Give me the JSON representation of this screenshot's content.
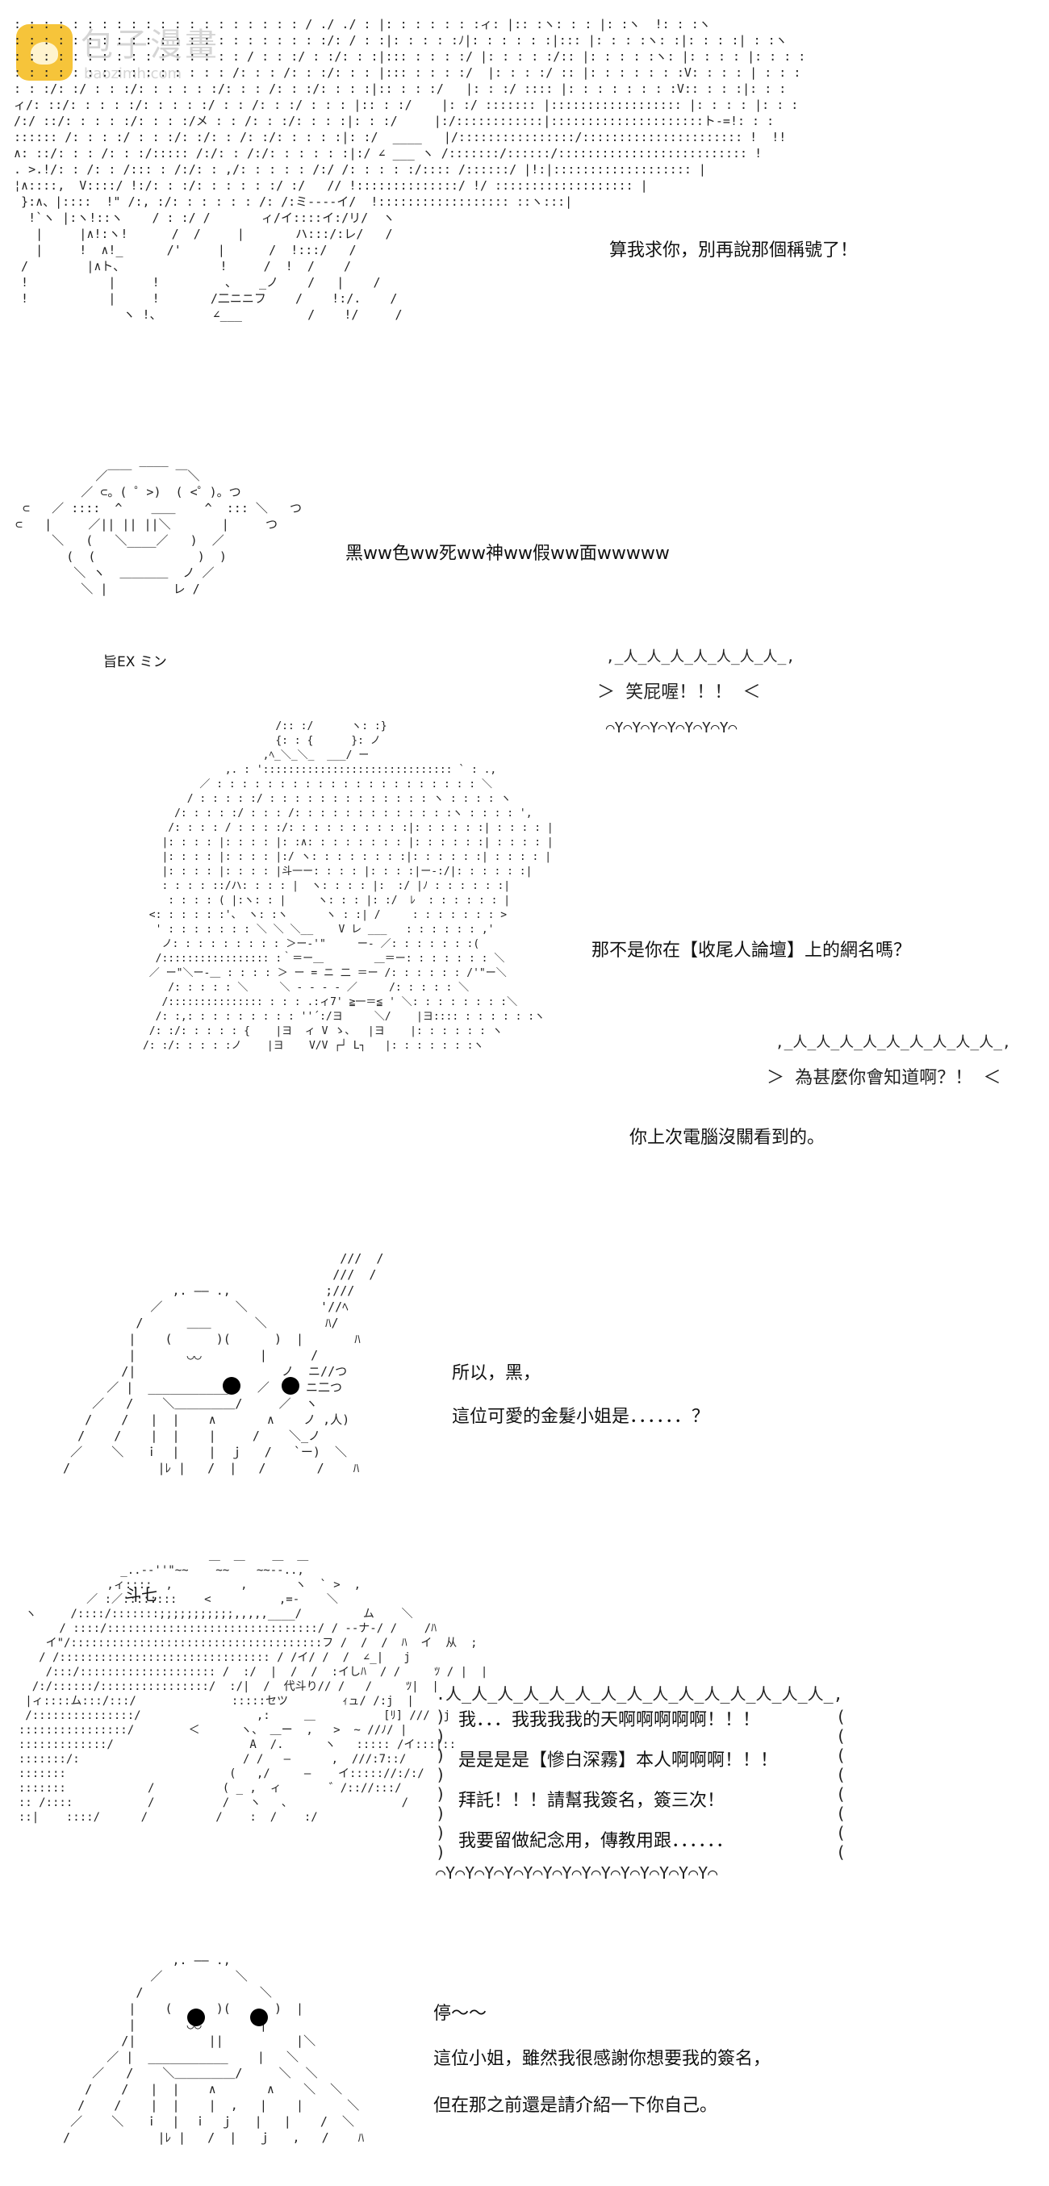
{
  "watermark": {
    "logo_icon": "bun-mascot-icon",
    "title": "包子漫畫",
    "subtitle": "baozimh.com"
  },
  "panels": [
    {
      "lines": [
        "算我求你，別再說那個稱號了！"
      ]
    },
    {
      "lines": [
        "黑ww色ww死ww神ww假ww面wwwww"
      ],
      "bubble": "笑屁喔！！！",
      "art_label": "旨EX ミン"
    },
    {
      "lines": [
        "那不是你在【收尾人論壇】上的網名嗎？",
        "你上次電腦沒關看到的。"
      ],
      "bubble": "為甚麼你會知道啊？！"
    },
    {
      "lines": [
        "所以，黑，",
        "這位可愛的金髮小姐是．．．．．．？"
      ]
    },
    {
      "box_lines": [
        "我．．．我我我我的天啊啊啊啊啊！！！",
        "是是是是【慘白深霧】本人啊啊啊！！！",
        "拜託！！！請幫我簽名，簽三次！",
        "我要留做紀念用，傳教用跟．．．．．．"
      ],
      "art_label": "斗七"
    },
    {
      "lines": [
        "停～～",
        "這位小姐，雖然我很感謝你想要我的簽名，",
        "但在那之前還是請介紹一下你自己。"
      ]
    }
  ]
}
